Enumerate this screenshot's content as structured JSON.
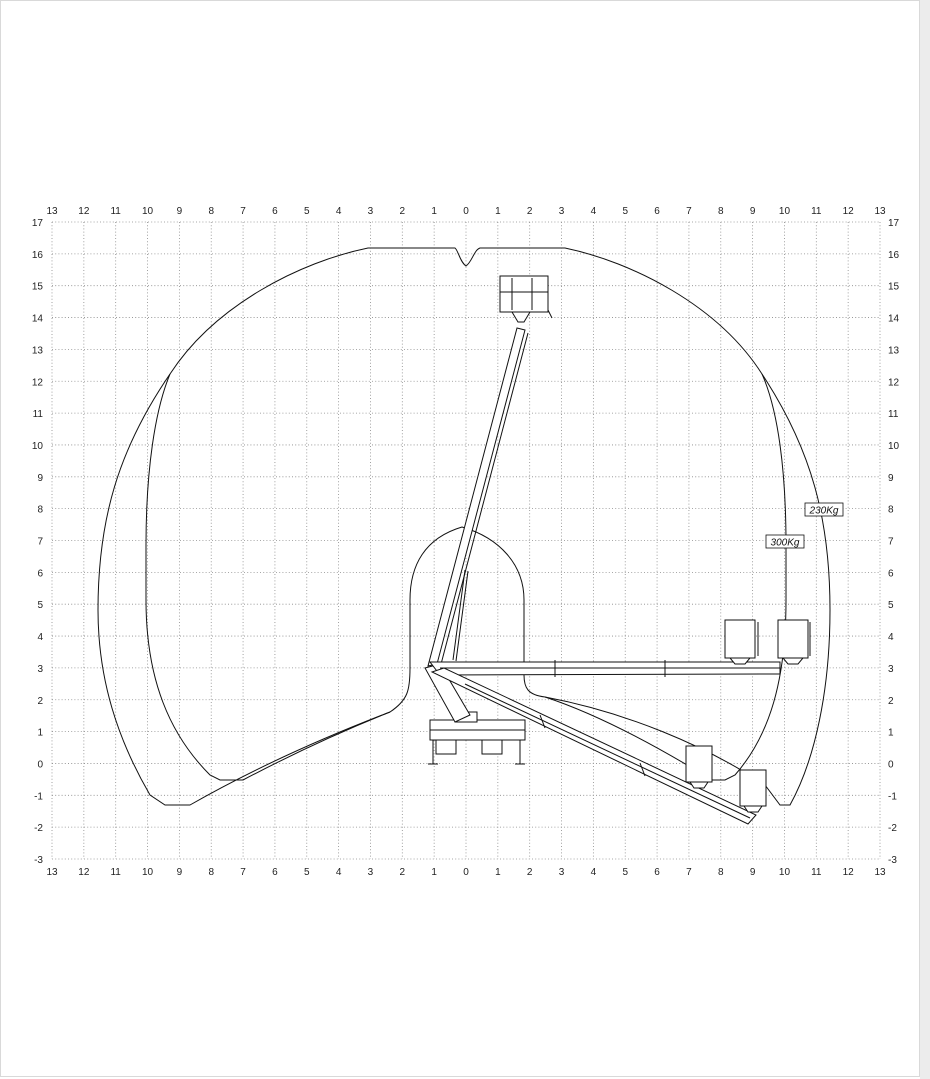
{
  "axes": {
    "x_ticks": [
      "13",
      "12",
      "11",
      "10",
      "9",
      "8",
      "7",
      "6",
      "5",
      "4",
      "3",
      "2",
      "1",
      "0",
      "1",
      "2",
      "3",
      "4",
      "5",
      "6",
      "7",
      "8",
      "9",
      "10",
      "11",
      "12",
      "13"
    ],
    "y_ticks": [
      "17",
      "16",
      "15",
      "14",
      "13",
      "12",
      "11",
      "10",
      "9",
      "8",
      "7",
      "6",
      "5",
      "4",
      "3",
      "2",
      "1",
      "0",
      "-1",
      "-2",
      "-3"
    ]
  },
  "load_labels": {
    "outer": "230Kg",
    "inner": "300Kg"
  },
  "colors": {
    "line": "#111111",
    "grid": "#8a8a8a"
  }
}
